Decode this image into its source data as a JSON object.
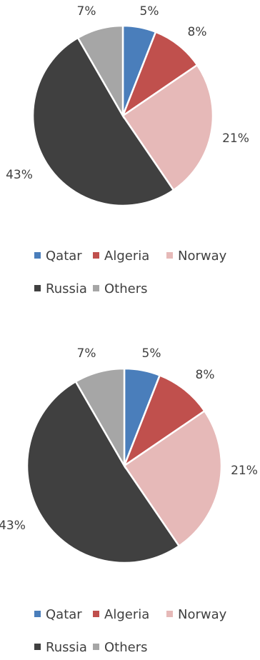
{
  "chart_data": [
    {
      "type": "pie",
      "categories": [
        "Qatar",
        "Algeria",
        "Norway",
        "Russia",
        "Others"
      ],
      "values": [
        5,
        8,
        21,
        43,
        7
      ],
      "labels": [
        "5%",
        "8%",
        "21%",
        "43%",
        "7%"
      ],
      "colors": [
        "#4a7ebb",
        "#c0504d",
        "#e6b9b8",
        "#404040",
        "#a6a6a6"
      ],
      "legend_position": "bottom"
    },
    {
      "type": "pie",
      "categories": [
        "Qatar",
        "Algeria",
        "Norway",
        "Russia",
        "Others"
      ],
      "values": [
        5,
        8,
        21,
        43,
        7
      ],
      "labels": [
        "5%",
        "8%",
        "21%",
        "43%",
        "7%"
      ],
      "colors": [
        "#4a7ebb",
        "#c0504d",
        "#e6b9b8",
        "#404040",
        "#a6a6a6"
      ],
      "legend_position": "bottom"
    }
  ]
}
